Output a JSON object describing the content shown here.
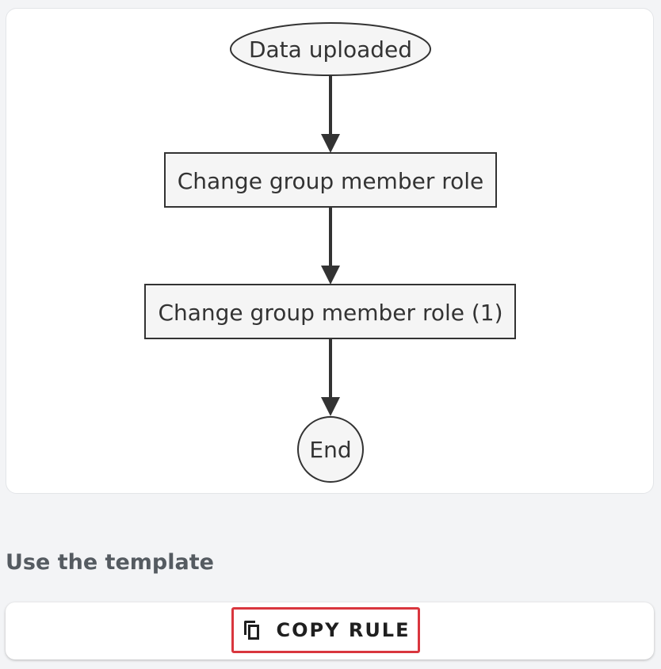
{
  "flow": {
    "nodes": [
      {
        "id": "start",
        "label": "Data uploaded",
        "shape": "ellipse"
      },
      {
        "id": "step1",
        "label": "Change group member role",
        "shape": "rect"
      },
      {
        "id": "step2",
        "label": "Change group member role (1)",
        "shape": "rect"
      },
      {
        "id": "end",
        "label": "End",
        "shape": "circle"
      }
    ],
    "edges": [
      {
        "from": "start",
        "to": "step1"
      },
      {
        "from": "step1",
        "to": "step2"
      },
      {
        "from": "step2",
        "to": "end"
      }
    ]
  },
  "template": {
    "heading": "Use the template",
    "copy_button_label": "COPY RULE",
    "copy_icon": "copy-icon"
  },
  "colors": {
    "node_fill": "#f5f5f5",
    "node_stroke": "#333333",
    "button_highlight": "#d9363e"
  }
}
